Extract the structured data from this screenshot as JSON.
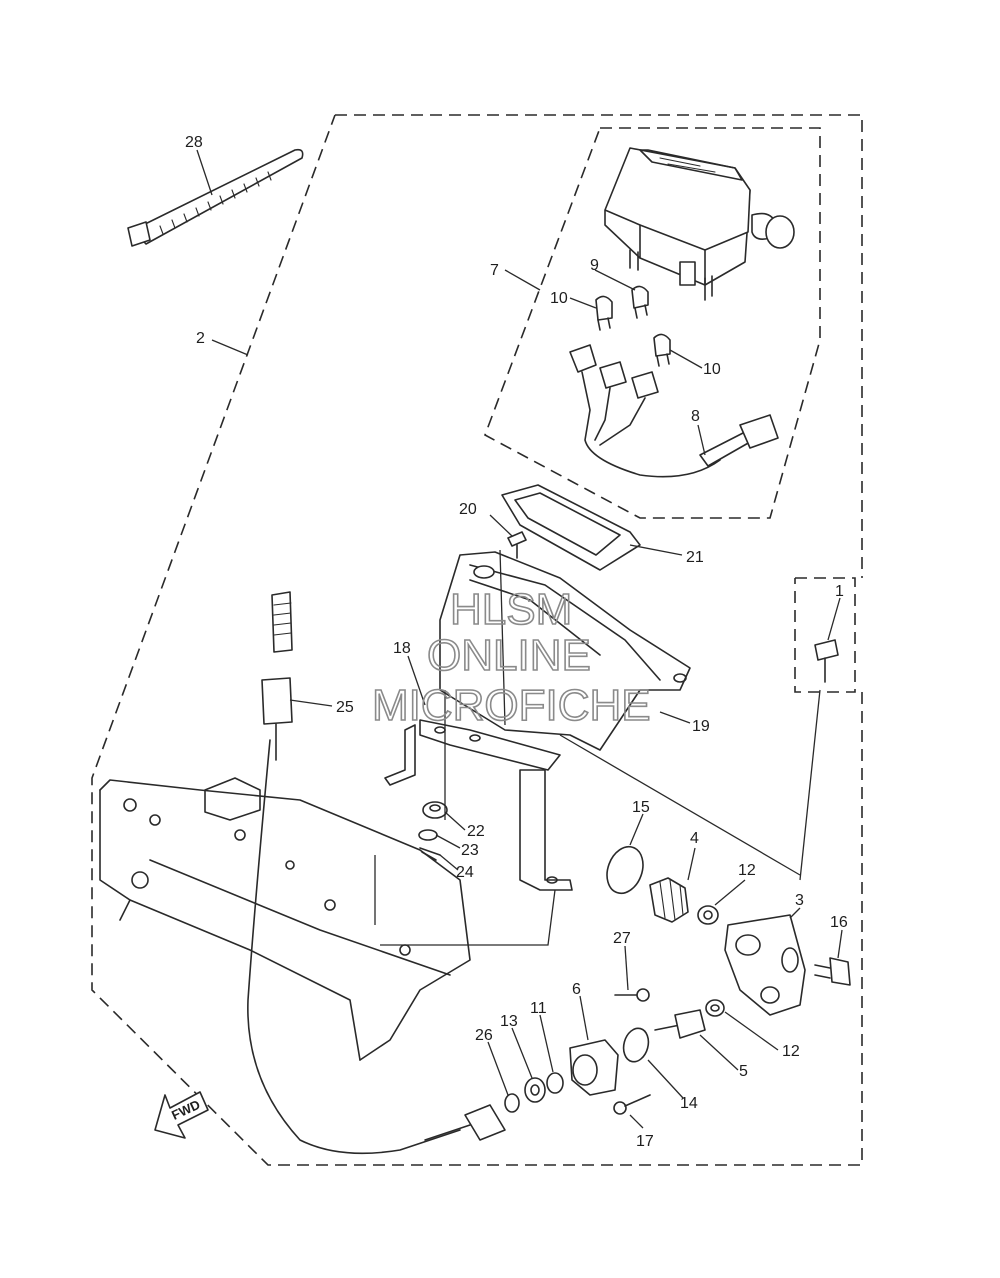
{
  "watermark": {
    "line1": "HLSM",
    "line2": "ONLINE",
    "line3": "MICROFICHE"
  },
  "direction_arrow": {
    "label": "FWD",
    "icon": "fwd-arrow-icon"
  },
  "callouts": {
    "c1": "1",
    "c2": "2",
    "c3": "3",
    "c4": "4",
    "c5": "5",
    "c6": "6",
    "c7": "7",
    "c8": "8",
    "c9": "9",
    "c10a": "10",
    "c10b": "10",
    "c11": "11",
    "c12a": "12",
    "c12b": "12",
    "c13": "13",
    "c14": "14",
    "c15": "15",
    "c16": "16",
    "c17": "17",
    "c18": "18",
    "c19": "19",
    "c20": "20",
    "c21": "21",
    "c22": "22",
    "c23": "23",
    "c24": "24",
    "c25": "25",
    "c26": "26",
    "c27": "27",
    "c28": "28"
  },
  "colors": {
    "line": "#2a2a2a",
    "watermark": "#8a8a8a",
    "background": "#ffffff"
  }
}
